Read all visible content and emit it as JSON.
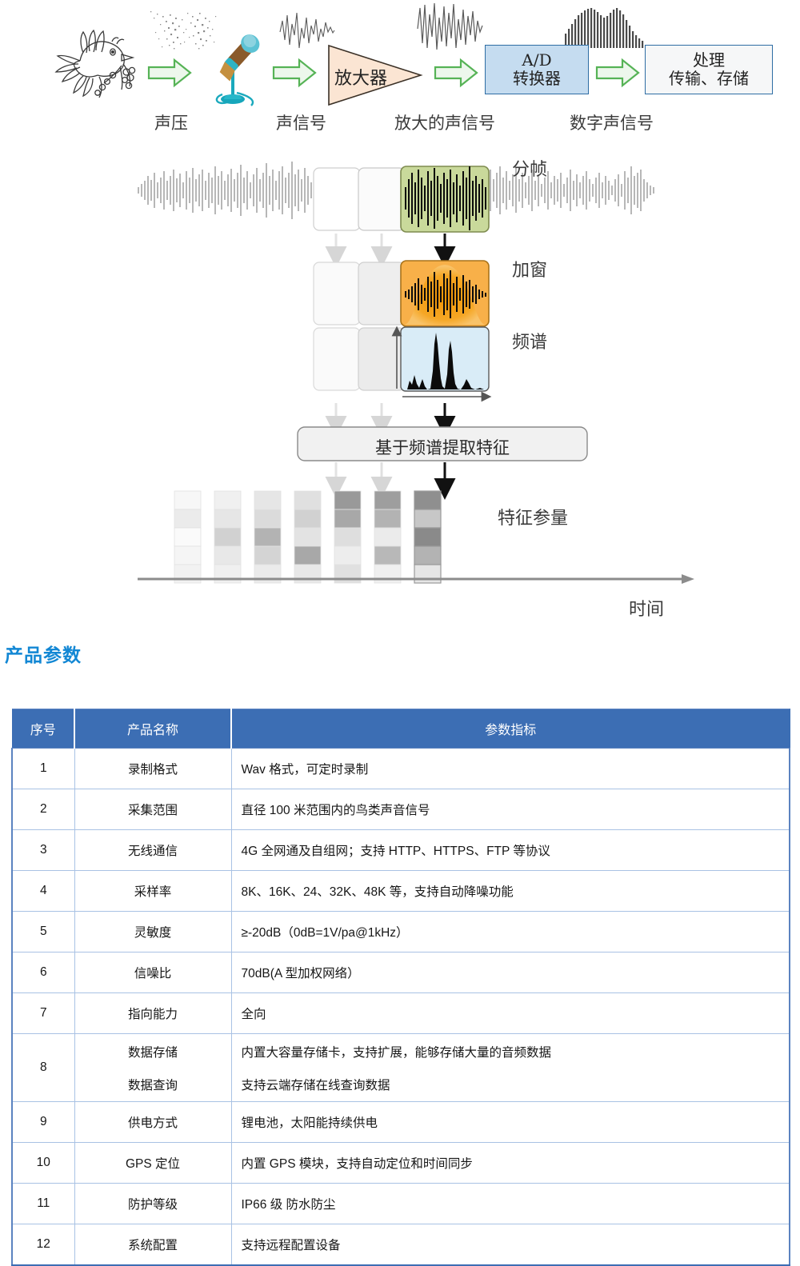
{
  "signal_chain": {
    "nodes": [
      {
        "id": "bird",
        "icon": "bird-illustration"
      },
      {
        "id": "noise",
        "icon": "sound-pressure-dots"
      },
      {
        "id": "microphone",
        "icon": "microphone-icon"
      },
      {
        "id": "amplifier",
        "label": "放大器"
      },
      {
        "id": "adc",
        "line1": "A/D",
        "line2": "转换器"
      },
      {
        "id": "processor",
        "line1": "处理",
        "line2": "传输、存储"
      }
    ],
    "captions": [
      "声压",
      "声信号",
      "放大的声信号",
      "数字声信号"
    ],
    "arrow_color": "#56b356",
    "arrow_fill": "#edf7ec",
    "amp_fill": "#fbe5d3",
    "adc_fill": "#c5dcf0",
    "adc_border": "#2e6da4",
    "proc_fill": "#f6f7f8"
  },
  "pipeline": {
    "steps": [
      {
        "key": "framing",
        "label": "分帧",
        "highlight_color": "#c3d69b"
      },
      {
        "key": "windowing",
        "label": "加窗",
        "highlight_color": "#f8b049"
      },
      {
        "key": "spectrum",
        "label": "频谱",
        "highlight_color": "#d9ecf7"
      }
    ],
    "feature_box_label": "基于频谱提取特征",
    "feature_matrix_label": "特征参量",
    "time_axis_label": "时间",
    "feature_columns": 7,
    "feature_rows": 5,
    "feature_matrix_values": [
      [
        0.03,
        0.08,
        0.02,
        0.04,
        0.05
      ],
      [
        0.06,
        0.1,
        0.18,
        0.09,
        0.06
      ],
      [
        0.1,
        0.14,
        0.3,
        0.17,
        0.08
      ],
      [
        0.12,
        0.18,
        0.11,
        0.34,
        0.09
      ],
      [
        0.4,
        0.34,
        0.13,
        0.07,
        0.12
      ],
      [
        0.38,
        0.3,
        0.08,
        0.28,
        0.06
      ],
      [
        0.44,
        0.22,
        0.46,
        0.3,
        0.1
      ]
    ]
  },
  "section": {
    "title": "产品参数",
    "title_color": "#1287d4"
  },
  "table": {
    "headers": [
      "序号",
      "产品名称",
      "参数指标"
    ],
    "header_bg": "#3c6eb4",
    "border_color": "#a9c2e4",
    "rows": [
      {
        "no": "1",
        "name": "录制格式",
        "value": "Wav 格式，可定时录制"
      },
      {
        "no": "2",
        "name": "采集范围",
        "value": "直径 100 米范围内的鸟类声音信号"
      },
      {
        "no": "3",
        "name": "无线通信",
        "value": "4G 全网通及自组网；支持 HTTP、HTTPS、FTP 等协议"
      },
      {
        "no": "4",
        "name": "采样率",
        "value": "8K、16K、24、32K、48K 等，支持自动降噪功能"
      },
      {
        "no": "5",
        "name": "灵敏度",
        "value": "≥-20dB（0dB=1V/pa@1kHz）"
      },
      {
        "no": "6",
        "name": "信噪比",
        "value": "70dB(A 型加权网络）"
      },
      {
        "no": "7",
        "name": "指向能力",
        "value": "全向"
      },
      {
        "no": "8",
        "name": "数据存储",
        "value": "内置大容量存储卡，支持扩展，能够存储大量的音频数据",
        "name2": "数据查询",
        "value2": "支持云端存储在线查询数据"
      },
      {
        "no": "9",
        "name": "供电方式",
        "value": "锂电池，太阳能持续供电"
      },
      {
        "no": "10",
        "name": "GPS 定位",
        "value": "内置 GPS 模块，支持自动定位和时间同步"
      },
      {
        "no": "11",
        "name": "防护等级",
        "value": "IP66 级  防水防尘"
      },
      {
        "no": "12",
        "name": "系统配置",
        "value": "支持远程配置设备"
      }
    ]
  }
}
